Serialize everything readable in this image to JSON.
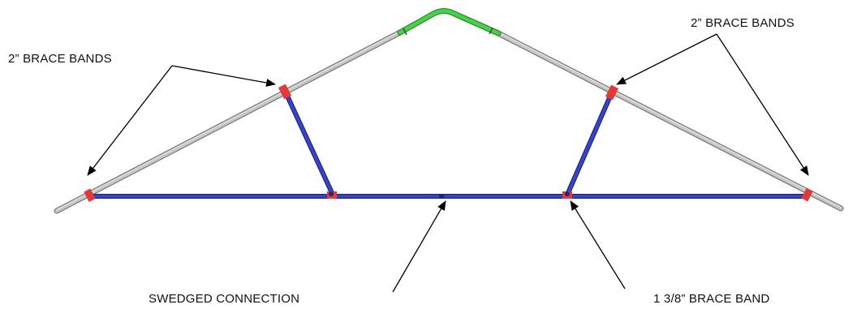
{
  "labels": {
    "brace_bands_left": "2” BRACE BANDS",
    "brace_bands_right": "2” BRACE BANDS",
    "swedged_connection": "SWEDGED CONNECTION",
    "brace_band_small": "1 3/8” BRACE BAND"
  },
  "colors": {
    "rafter": "#b8b8b8",
    "rafter_outline": "#7a7a7a",
    "peak_fitting": "#3fbf3f",
    "brace": "#2f3ab8",
    "band": "#e03a3a",
    "arrow": "#000000",
    "text": "#111111"
  }
}
